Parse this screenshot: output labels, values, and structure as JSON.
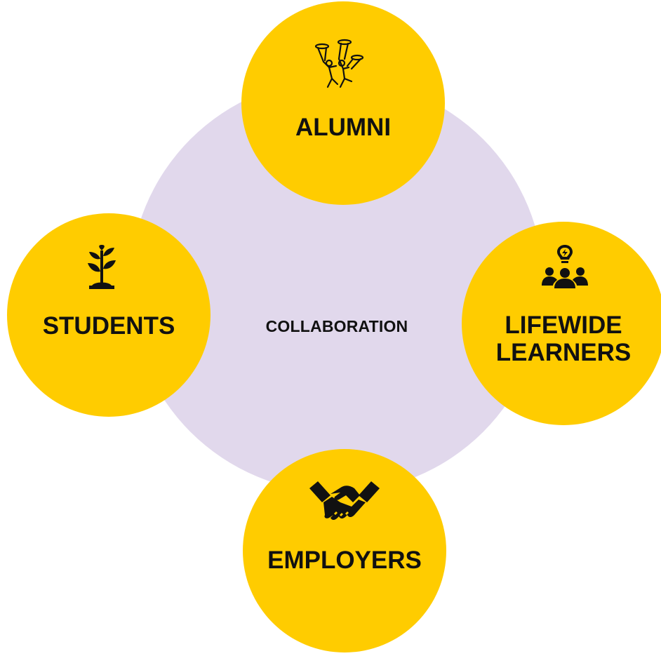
{
  "diagram": {
    "center_label": "COLLABORATION",
    "colors": {
      "center_fill": "#e1d8ec",
      "node_fill": "#ffcc00",
      "text": "#111111"
    },
    "nodes": [
      {
        "id": "alumni",
        "label": "ALUMNI",
        "icon": "skydivers-icon"
      },
      {
        "id": "students",
        "label": "STUDENTS",
        "icon": "sprout-icon"
      },
      {
        "id": "lifewide",
        "label": "LIFEWIDE\nLEARNERS",
        "icon": "team-idea-icon"
      },
      {
        "id": "employers",
        "label": "EMPLOYERS",
        "icon": "handshake-icon"
      }
    ]
  }
}
